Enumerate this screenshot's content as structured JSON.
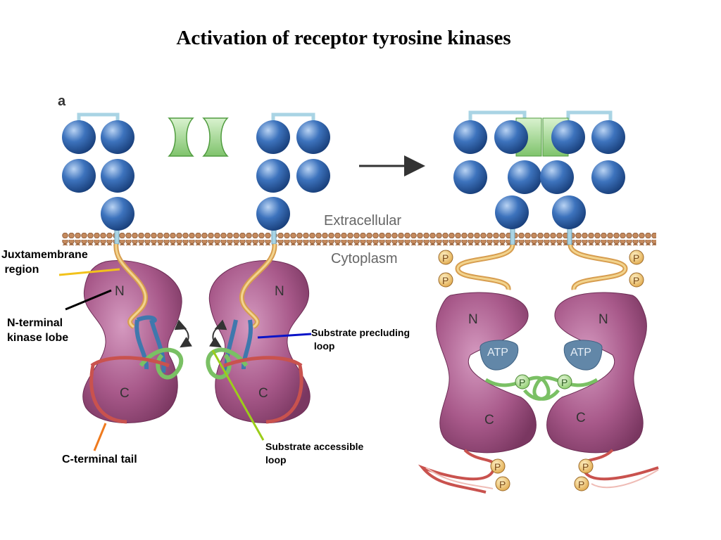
{
  "title": "Activation of receptor tyrosine kinases",
  "panel_label": "a",
  "regions": {
    "extracellular": "Extracellular",
    "cytoplasm": "Cytoplasm"
  },
  "lobes": {
    "n": "N",
    "c": "C"
  },
  "atp": "ATP",
  "phospho": "P",
  "callouts": {
    "juxtamembrane": "Juxtamembrane\n region",
    "n_terminal": "N-terminal\nkinase lobe",
    "c_terminal_tail": "C-terminal tail",
    "substrate_precluding": "Substrate precluding\n loop",
    "substrate_accessible": "Substrate accessible\nloop"
  },
  "colors": {
    "domain_blue": "#3b6fb6",
    "ligand_green": "#8fd17f",
    "kinase_purple": "#9e4e7b",
    "linker_tan": "#e0b062",
    "membrane_brown": "#b77a52",
    "atp_blue": "#5f86a8",
    "tail_red": "#c9524e",
    "loop_green": "#6fbd5c",
    "loop_blue": "#3f78ad",
    "leader_yellow": "#f2c21b",
    "leader_black": "#000000",
    "leader_orange": "#ef7a1e",
    "leader_navy": "#0a14c8",
    "leader_lime": "#9ccd1a"
  }
}
